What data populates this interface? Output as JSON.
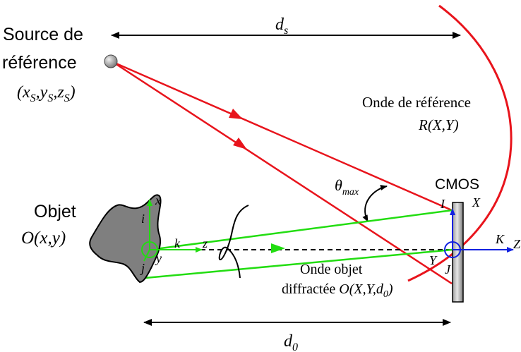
{
  "diagram": {
    "source_label_line1": "Source de",
    "source_label_line2": "référence",
    "source_coords": "(xS,yS,zS)",
    "ds_label": "ds",
    "reference_wave_label": "Onde de référence",
    "reference_wave_formula": "R(X,Y)",
    "theta_label": "θmax",
    "cmos_label": "CMOS",
    "object_label": "Objet",
    "object_formula": "O(x,y)",
    "object_wave_line1": "Onde objet",
    "object_wave_line2": "diffractée O(X,Y,d0)",
    "d0_label": "d0",
    "obj_axes": {
      "x": "x",
      "y": "y",
      "z": "z",
      "i": "i",
      "j": "j",
      "k": "k"
    },
    "cmos_axes": {
      "X": "X",
      "Y": "Y",
      "Z": "Z",
      "I": "I",
      "J": "J",
      "K": "K"
    }
  },
  "colors": {
    "red": "#e8141c",
    "green": "#22dd11",
    "blue": "#1020e0",
    "object_fill": "#7f7f7f"
  }
}
